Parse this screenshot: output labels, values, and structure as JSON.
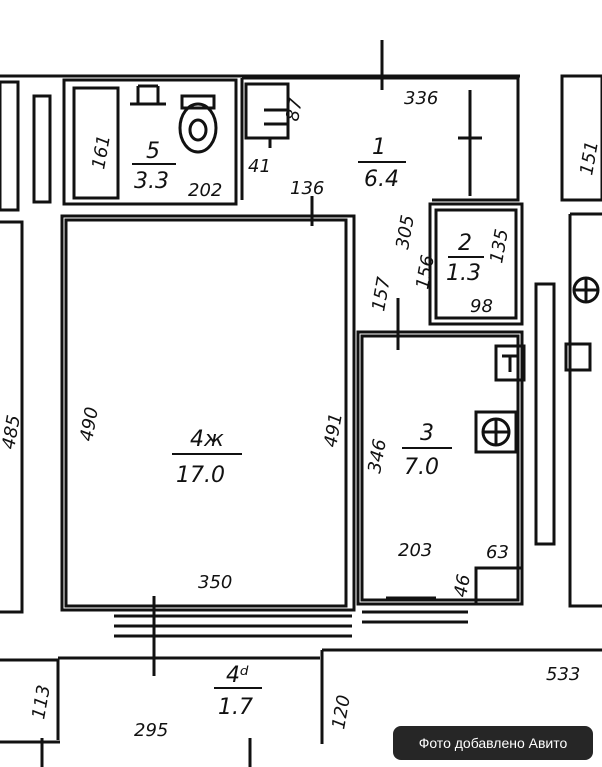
{
  "rooms": [
    {
      "id": "r1",
      "number": "1",
      "area": "6.4"
    },
    {
      "id": "r2",
      "number": "2",
      "area": "1.3"
    },
    {
      "id": "r3",
      "number": "3",
      "area": "7.0"
    },
    {
      "id": "r4",
      "number": "4ж",
      "area": "17.0"
    },
    {
      "id": "r4d",
      "number": "4ᵈ",
      "area": "1.7"
    },
    {
      "id": "r5",
      "number": "5",
      "area": "3.3"
    }
  ],
  "dimensions": {
    "d336": "336",
    "d87": "87",
    "d41": "41",
    "d202": "202",
    "d136": "136",
    "d161": "161",
    "d151": "151",
    "d305": "305",
    "d156": "156",
    "d135": "135",
    "d98": "98",
    "d157": "157",
    "d485": "485",
    "d490": "490",
    "d491": "491",
    "d346": "346",
    "d350": "350",
    "d203": "203",
    "d63": "63",
    "d46": "46",
    "d113": "113",
    "d295": "295",
    "d120": "120",
    "d533": "533"
  },
  "watermark": {
    "text": "Фото добавлено Авито"
  }
}
